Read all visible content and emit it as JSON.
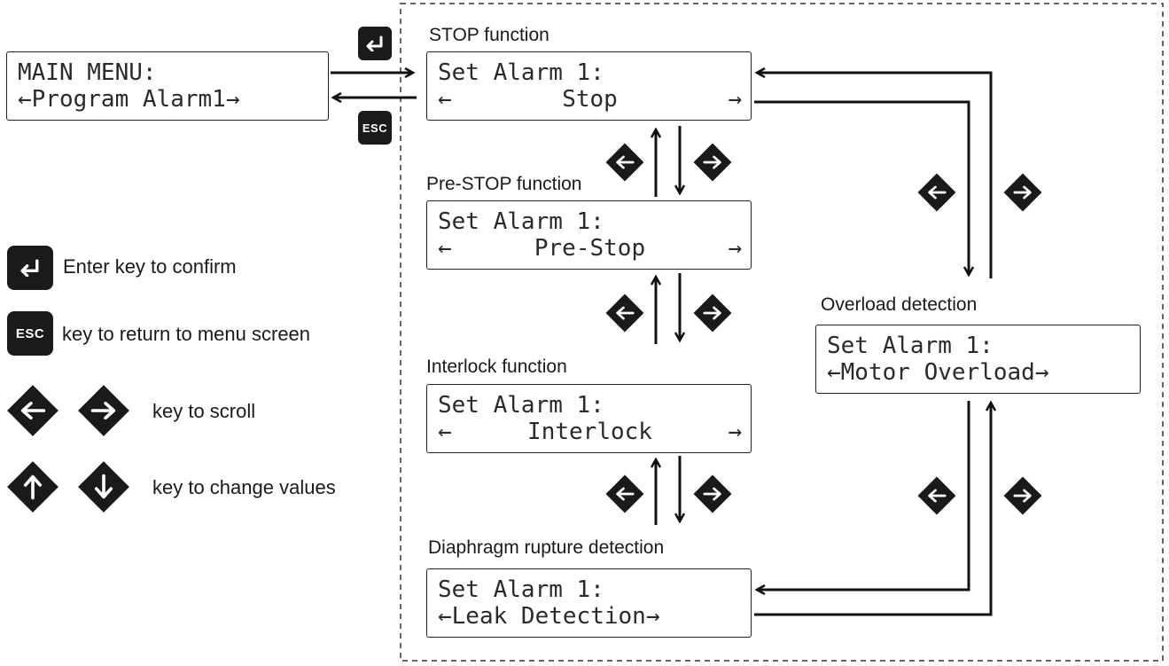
{
  "main_menu": {
    "line1": "MAIN MENU:",
    "line2_left": "←",
    "line2_text": "Program Alarm1",
    "line2_right": "→"
  },
  "screens": [
    {
      "caption": "STOP function",
      "line1": "Set Alarm 1:",
      "left": "←",
      "value": "Stop",
      "right": "→"
    },
    {
      "caption": "Pre-STOP function",
      "line1": "Set Alarm 1:",
      "left": "←",
      "value": "Pre-Stop",
      "right": "→"
    },
    {
      "caption": "Interlock function",
      "line1": "Set Alarm 1:",
      "left": "←",
      "value": "Interlock",
      "right": "→"
    },
    {
      "caption": "Diaphragm rupture detection",
      "line1": "Set Alarm 1:",
      "left": "←",
      "value": "Leak Detection",
      "right": "→"
    },
    {
      "caption": "Overload detection",
      "line1": "Set Alarm 1:",
      "left": "←",
      "value": "Motor Overload",
      "right": "→"
    }
  ],
  "keys": {
    "esc_label": "ESC"
  },
  "legend": {
    "enter": "Enter key to confirm",
    "esc": "key to return to menu screen",
    "scroll": "key to scroll",
    "change": "key to change values"
  },
  "icons": [
    "enter-key-icon",
    "esc-key-icon",
    "left-arrow-key-icon",
    "right-arrow-key-icon",
    "up-arrow-key-icon",
    "down-arrow-key-icon"
  ],
  "colors": {
    "key_fill": "#1a1a1a",
    "line": "#111111",
    "frame": "#333333"
  }
}
